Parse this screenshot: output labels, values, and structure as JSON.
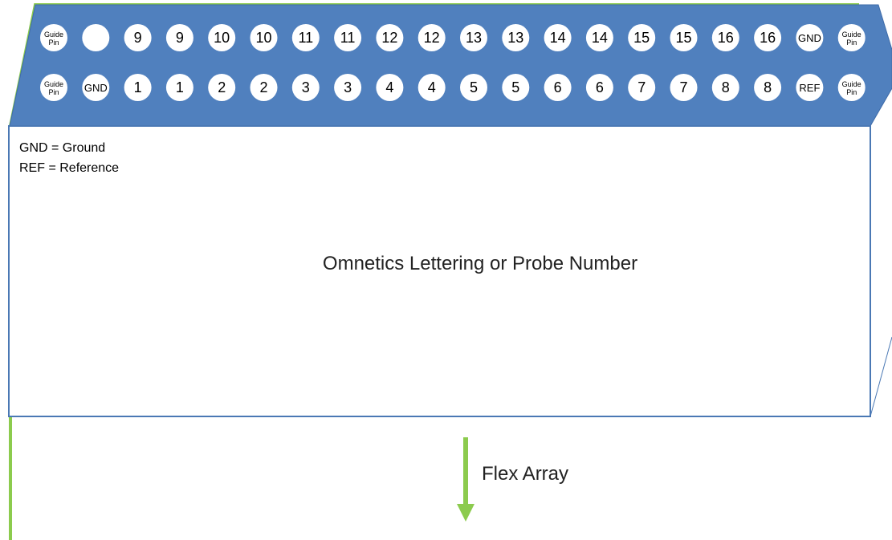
{
  "colors": {
    "header_fill": "#5080BE",
    "header_stroke": "#3E6BA8",
    "panel_border": "#4A78B4",
    "flex_green": "#8CCB4E",
    "pin_fill": "#FFFFFF"
  },
  "connector": {
    "top_row": [
      "Guide Pin",
      "",
      "9",
      "9",
      "10",
      "10",
      "11",
      "11",
      "12",
      "12",
      "13",
      "13",
      "14",
      "14",
      "15",
      "15",
      "16",
      "16",
      "GND",
      "Guide Pin"
    ],
    "bottom_row": [
      "Guide Pin",
      "GND",
      "1",
      "1",
      "2",
      "2",
      "3",
      "3",
      "4",
      "4",
      "5",
      "5",
      "6",
      "6",
      "7",
      "7",
      "8",
      "8",
      "REF",
      "Guide Pin"
    ]
  },
  "legend": {
    "gnd": "GND = Ground",
    "ref": "REF = Reference"
  },
  "body_label": "Omnetics Lettering or Probe Number",
  "flex_label": "Flex Array",
  "icons": {
    "flex_arrow": "arrow-down-icon"
  }
}
